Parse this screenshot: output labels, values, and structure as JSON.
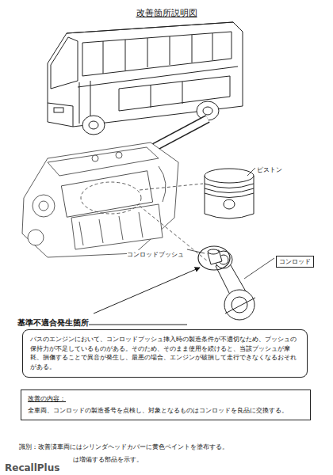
{
  "diagram": {
    "title": "改善箇所説明図",
    "nodes": [
      {
        "text": [
          "バスのエンジンにおいて、コンロッドブッシュ挿入時の製造条件が不適切なため、ブッシュの保持力が不足しているものがある。そのため、そのまま使用を続けると、当該ブッシュが摩耗、損傷することで異音が発生し、最悪の場合、エンジンが破損して走行できなくなるおそれがある。"
        ]
      },
      {
        "text": [
          "改善の内容：",
          "全車両、コンロッドの製造番号を点検し、対象となるものはコンロッドを良品に交換する。"
        ]
      }
    ],
    "labels": [
      "ピストン",
      "コンロッドブッシュ",
      "コンロッド",
      "基準不適合発生箇所",
      "識別：改善済車両にはシリンダヘッドカバーに黄色ペイントを塗布する。",
      "は増備する部品を示す。",
      "RecallPlus"
    ]
  }
}
